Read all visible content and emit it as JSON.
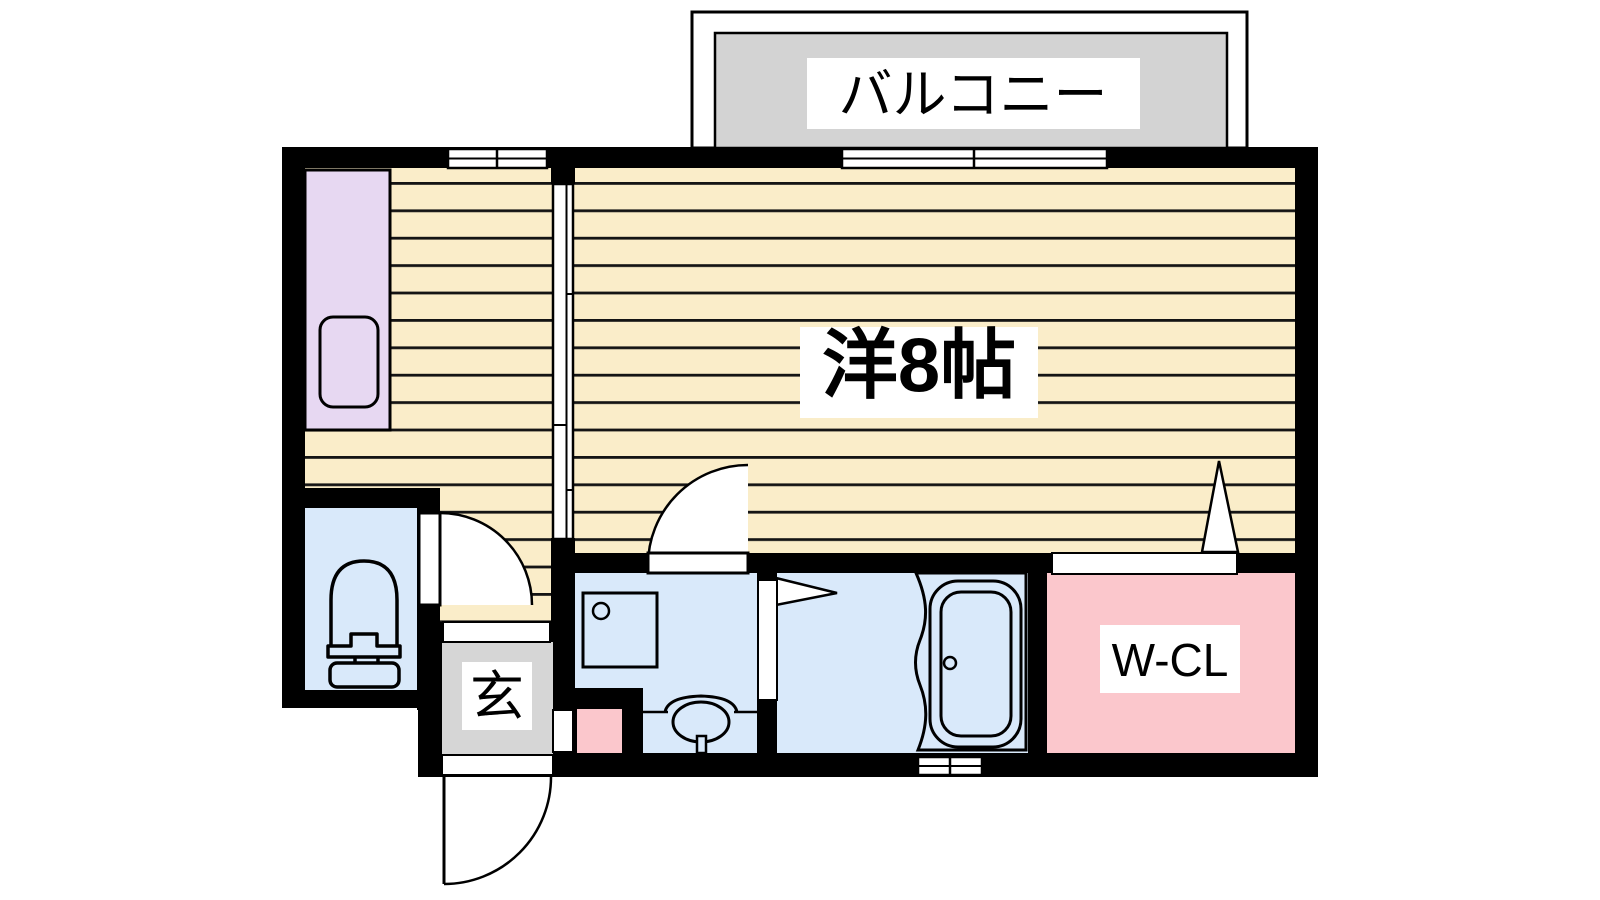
{
  "floorplan": {
    "balcony": {
      "label": "バルコニー"
    },
    "main_room": {
      "label": "洋8帖"
    },
    "entrance": {
      "label": "玄"
    },
    "walk_in_closet": {
      "label": "W-CL"
    },
    "colors": {
      "wall": "#000000",
      "floor_base": "#FAEDC9",
      "floor_line": "#141414",
      "wet_room_blue": "#D9E9FA",
      "kitchen_counter": "#E7D8F2",
      "closet_pink": "#FBC7CC",
      "entrance_gray": "#D6D6D6",
      "balcony_gray": "#D3D3D3"
    }
  }
}
